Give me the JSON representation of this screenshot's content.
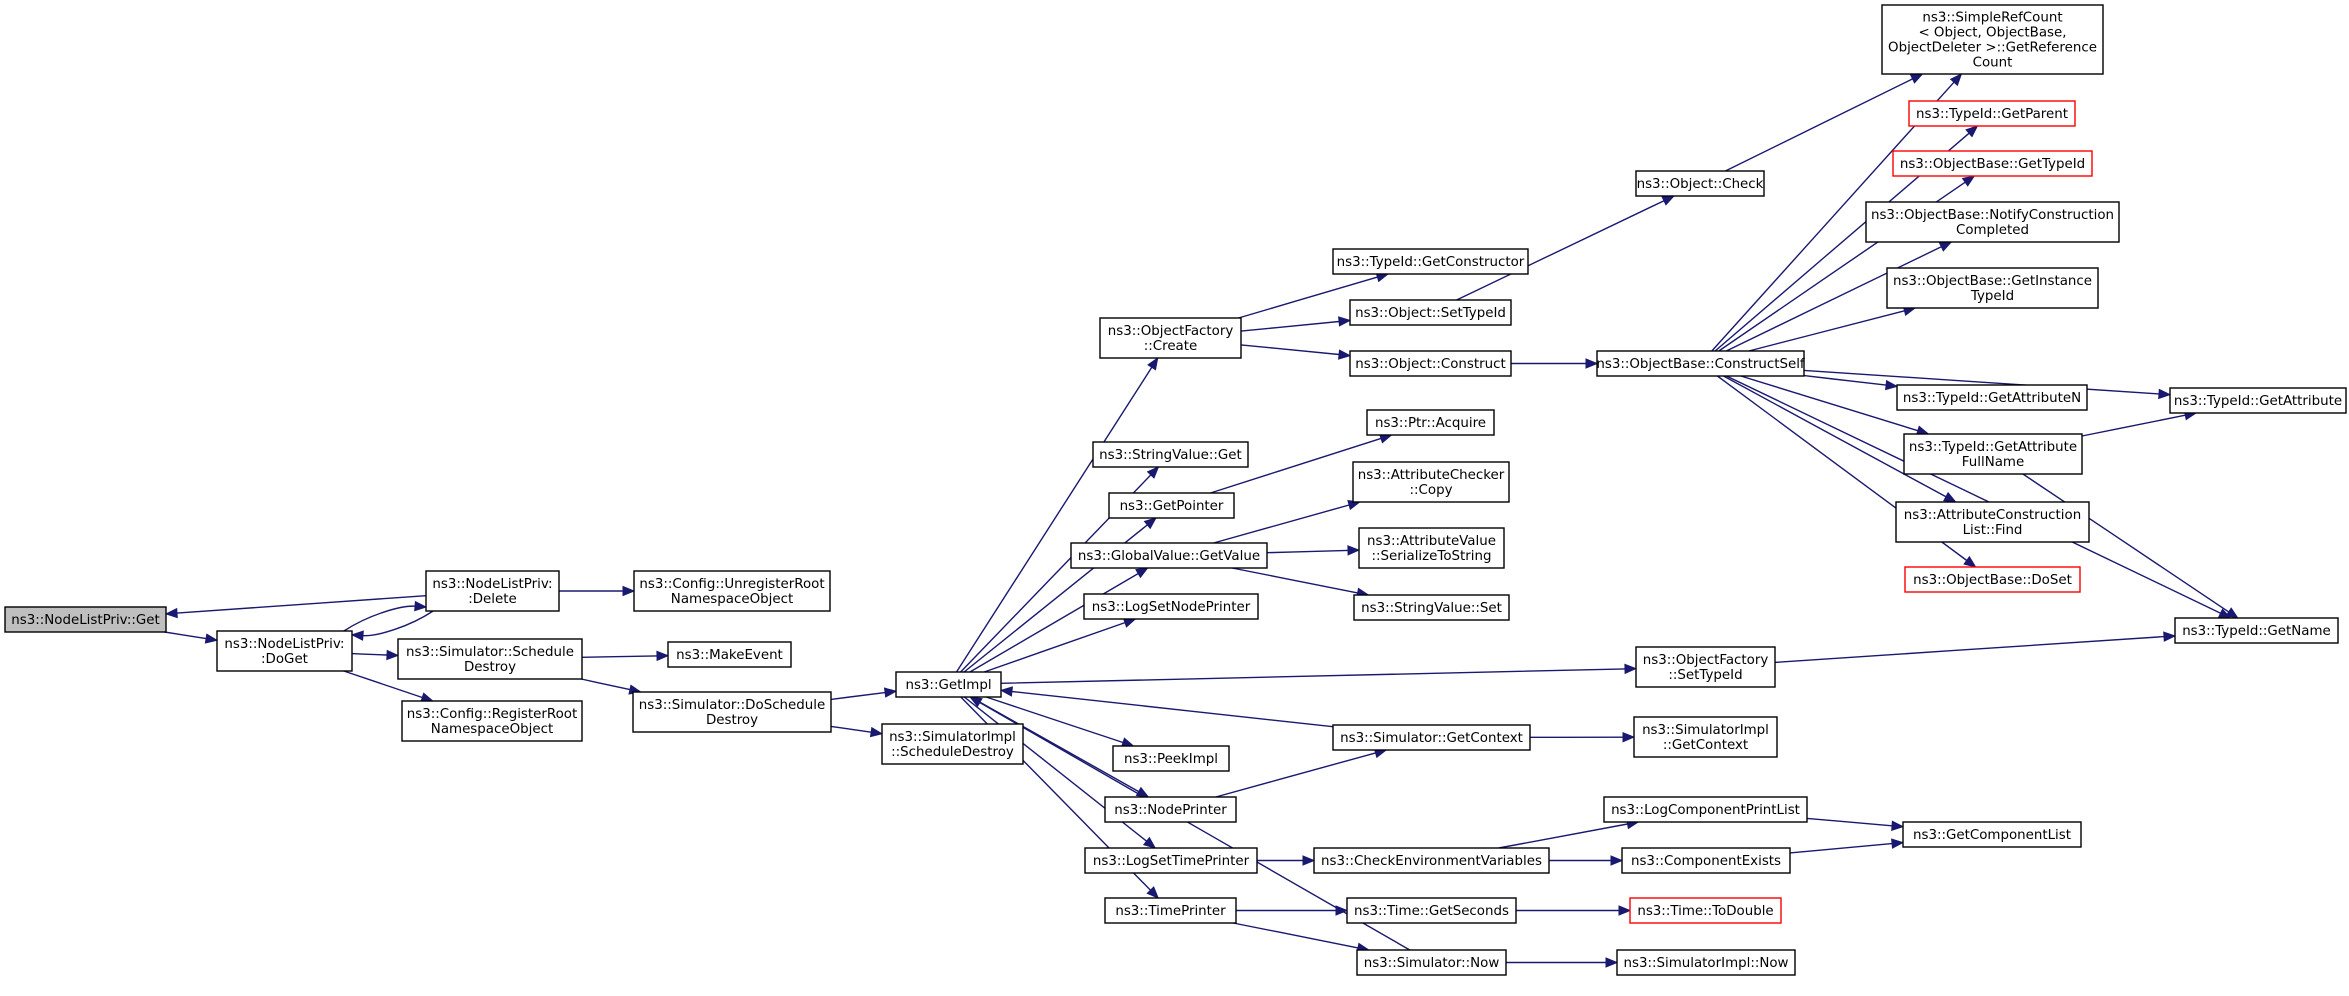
{
  "nodes": {
    "nodelistpriv_get": {
      "lines": [
        "ns3::NodeListPriv::Get"
      ],
      "style": "root"
    },
    "nodelistpriv_doget": {
      "lines": [
        "ns3::NodeListPriv:",
        ":DoGet"
      ]
    },
    "nodelistpriv_delete": {
      "lines": [
        "ns3::NodeListPriv:",
        ":Delete"
      ]
    },
    "config_unregister": {
      "lines": [
        "ns3::Config::UnregisterRoot",
        "NamespaceObject"
      ]
    },
    "simulator_scheduledestroy": {
      "lines": [
        "ns3::Simulator::Schedule",
        "Destroy"
      ]
    },
    "makeevent": {
      "lines": [
        "ns3::MakeEvent"
      ]
    },
    "config_register": {
      "lines": [
        "ns3::Config::RegisterRoot",
        "NamespaceObject"
      ]
    },
    "simulator_doscheduledestroy": {
      "lines": [
        "ns3::Simulator::DoSchedule",
        "Destroy"
      ]
    },
    "getimpl": {
      "lines": [
        "ns3::GetImpl"
      ]
    },
    "simimpl_scheduledestroy": {
      "lines": [
        "ns3::SimulatorImpl",
        "::ScheduleDestroy"
      ]
    },
    "objectfactory_create": {
      "lines": [
        "ns3::ObjectFactory",
        "::Create"
      ]
    },
    "stringvalue_get": {
      "lines": [
        "ns3::StringValue::Get"
      ]
    },
    "getpointer": {
      "lines": [
        "ns3::GetPointer"
      ]
    },
    "globalvalue_getvalue": {
      "lines": [
        "ns3::GlobalValue::GetValue"
      ]
    },
    "logsetnodeprinter": {
      "lines": [
        "ns3::LogSetNodePrinter"
      ]
    },
    "peekimpl": {
      "lines": [
        "ns3::PeekImpl"
      ]
    },
    "nodeprinter": {
      "lines": [
        "ns3::NodePrinter"
      ]
    },
    "logsettimeprinter": {
      "lines": [
        "ns3::LogSetTimePrinter"
      ]
    },
    "timeprinter": {
      "lines": [
        "ns3::TimePrinter"
      ]
    },
    "typeid_getconstructor": {
      "lines": [
        "ns3::TypeId::GetConstructor"
      ]
    },
    "object_settypeid": {
      "lines": [
        "ns3::Object::SetTypeId"
      ]
    },
    "object_construct": {
      "lines": [
        "ns3::Object::Construct"
      ]
    },
    "ptr_acquire": {
      "lines": [
        "ns3::Ptr::Acquire"
      ]
    },
    "attrchecker_copy": {
      "lines": [
        "ns3::AttributeChecker",
        "::Copy"
      ]
    },
    "attrvalue_serialize": {
      "lines": [
        "ns3::AttributeValue",
        "::SerializeToString"
      ]
    },
    "stringvalue_set": {
      "lines": [
        "ns3::StringValue::Set"
      ]
    },
    "simulator_getcontext": {
      "lines": [
        "ns3::Simulator::GetContext"
      ]
    },
    "checkenv": {
      "lines": [
        "ns3::CheckEnvironmentVariables"
      ]
    },
    "time_getseconds": {
      "lines": [
        "ns3::Time::GetSeconds"
      ]
    },
    "simulator_now": {
      "lines": [
        "ns3::Simulator::Now"
      ]
    },
    "object_check": {
      "lines": [
        "ns3::Object::Check"
      ]
    },
    "objectbase_constructself": {
      "lines": [
        "ns3::ObjectBase::ConstructSelf"
      ]
    },
    "objectfactory_settypeid": {
      "lines": [
        "ns3::ObjectFactory",
        "::SetTypeId"
      ]
    },
    "simimpl_getcontext": {
      "lines": [
        "ns3::SimulatorImpl",
        "::GetContext"
      ]
    },
    "logcomponentprintlist": {
      "lines": [
        "ns3::LogComponentPrintList"
      ]
    },
    "componentexists": {
      "lines": [
        "ns3::ComponentExists"
      ]
    },
    "time_todouble": {
      "lines": [
        "ns3::Time::ToDouble"
      ],
      "style": "red"
    },
    "simimpl_now": {
      "lines": [
        "ns3::SimulatorImpl::Now"
      ]
    },
    "simplerefcount": {
      "lines": [
        "ns3::SimpleRefCount",
        "< Object, ObjectBase,",
        "ObjectDeleter >::GetReference",
        "Count"
      ]
    },
    "typeid_getparent": {
      "lines": [
        "ns3::TypeId::GetParent"
      ],
      "style": "red"
    },
    "objectbase_gettypeid": {
      "lines": [
        "ns3::ObjectBase::GetTypeId"
      ],
      "style": "red"
    },
    "objectbase_notify": {
      "lines": [
        "ns3::ObjectBase::NotifyConstruction",
        "Completed"
      ]
    },
    "objectbase_getinstance": {
      "lines": [
        "ns3::ObjectBase::GetInstance",
        "TypeId"
      ]
    },
    "typeid_getattributen": {
      "lines": [
        "ns3::TypeId::GetAttributeN"
      ]
    },
    "typeid_getattributefullname": {
      "lines": [
        "ns3::TypeId::GetAttribute",
        "FullName"
      ]
    },
    "attrconstructionlist_find": {
      "lines": [
        "ns3::AttributeConstruction",
        "List::Find"
      ]
    },
    "objectbase_doset": {
      "lines": [
        "ns3::ObjectBase::DoSet"
      ],
      "style": "red"
    },
    "getcomponentlist": {
      "lines": [
        "ns3::GetComponentList"
      ]
    },
    "typeid_getattribute": {
      "lines": [
        "ns3::TypeId::GetAttribute"
      ]
    },
    "typeid_getname": {
      "lines": [
        "ns3::TypeId::GetName"
      ]
    }
  },
  "edges": [
    [
      "nodelistpriv_get",
      "nodelistpriv_doget"
    ],
    [
      "nodelistpriv_delete",
      "nodelistpriv_get"
    ],
    [
      "nodelistpriv_doget",
      "nodelistpriv_delete"
    ],
    [
      "nodelistpriv_delete",
      "nodelistpriv_doget"
    ],
    [
      "nodelistpriv_delete",
      "config_unregister"
    ],
    [
      "nodelistpriv_doget",
      "simulator_scheduledestroy"
    ],
    [
      "nodelistpriv_doget",
      "config_register"
    ],
    [
      "simulator_scheduledestroy",
      "makeevent"
    ],
    [
      "simulator_scheduledestroy",
      "simulator_doscheduledestroy"
    ],
    [
      "simulator_doscheduledestroy",
      "getimpl"
    ],
    [
      "simulator_doscheduledestroy",
      "simimpl_scheduledestroy"
    ],
    [
      "getimpl",
      "objectfactory_create"
    ],
    [
      "getimpl",
      "stringvalue_get"
    ],
    [
      "getimpl",
      "getpointer"
    ],
    [
      "getimpl",
      "globalvalue_getvalue"
    ],
    [
      "getimpl",
      "logsetnodeprinter"
    ],
    [
      "getimpl",
      "peekimpl"
    ],
    [
      "getimpl",
      "nodeprinter"
    ],
    [
      "getimpl",
      "logsettimeprinter"
    ],
    [
      "getimpl",
      "timeprinter"
    ],
    [
      "getimpl",
      "objectfactory_settypeid"
    ],
    [
      "objectfactory_create",
      "typeid_getconstructor"
    ],
    [
      "objectfactory_create",
      "object_settypeid"
    ],
    [
      "objectfactory_create",
      "object_construct"
    ],
    [
      "object_settypeid",
      "object_check"
    ],
    [
      "object_construct",
      "objectbase_constructself"
    ],
    [
      "object_check",
      "simplerefcount"
    ],
    [
      "getpointer",
      "ptr_acquire"
    ],
    [
      "globalvalue_getvalue",
      "attrchecker_copy"
    ],
    [
      "globalvalue_getvalue",
      "attrvalue_serialize"
    ],
    [
      "globalvalue_getvalue",
      "stringvalue_set"
    ],
    [
      "simulator_getcontext",
      "getimpl"
    ],
    [
      "simulator_getcontext",
      "simimpl_getcontext"
    ],
    [
      "nodeprinter",
      "simulator_getcontext"
    ],
    [
      "logsettimeprinter",
      "checkenv"
    ],
    [
      "checkenv",
      "logcomponentprintlist"
    ],
    [
      "checkenv",
      "componentexists"
    ],
    [
      "timeprinter",
      "time_getseconds"
    ],
    [
      "timeprinter",
      "simulator_now"
    ],
    [
      "time_getseconds",
      "time_todouble"
    ],
    [
      "simulator_now",
      "getimpl"
    ],
    [
      "simulator_now",
      "simimpl_now"
    ],
    [
      "logcomponentprintlist",
      "getcomponentlist"
    ],
    [
      "componentexists",
      "getcomponentlist"
    ],
    [
      "objectbase_constructself",
      "simplerefcount"
    ],
    [
      "objectbase_constructself",
      "typeid_getparent"
    ],
    [
      "objectbase_constructself",
      "objectbase_gettypeid"
    ],
    [
      "objectbase_constructself",
      "objectbase_notify"
    ],
    [
      "objectbase_constructself",
      "objectbase_getinstance"
    ],
    [
      "objectbase_constructself",
      "typeid_getattributen"
    ],
    [
      "objectbase_constructself",
      "typeid_getattributefullname"
    ],
    [
      "objectbase_constructself",
      "attrconstructionlist_find"
    ],
    [
      "objectbase_constructself",
      "objectbase_doset"
    ],
    [
      "objectbase_constructself",
      "typeid_getattribute"
    ],
    [
      "objectbase_constructself",
      "typeid_getname"
    ],
    [
      "typeid_getattributefullname",
      "typeid_getattribute"
    ],
    [
      "typeid_getattributefullname",
      "typeid_getname"
    ],
    [
      "objectfactory_settypeid",
      "typeid_getname"
    ]
  ],
  "colors": {
    "edge": "#191970",
    "node_border": "#000000",
    "root_fill": "#bfbfbf",
    "undocumented_border": "#ff0000"
  }
}
